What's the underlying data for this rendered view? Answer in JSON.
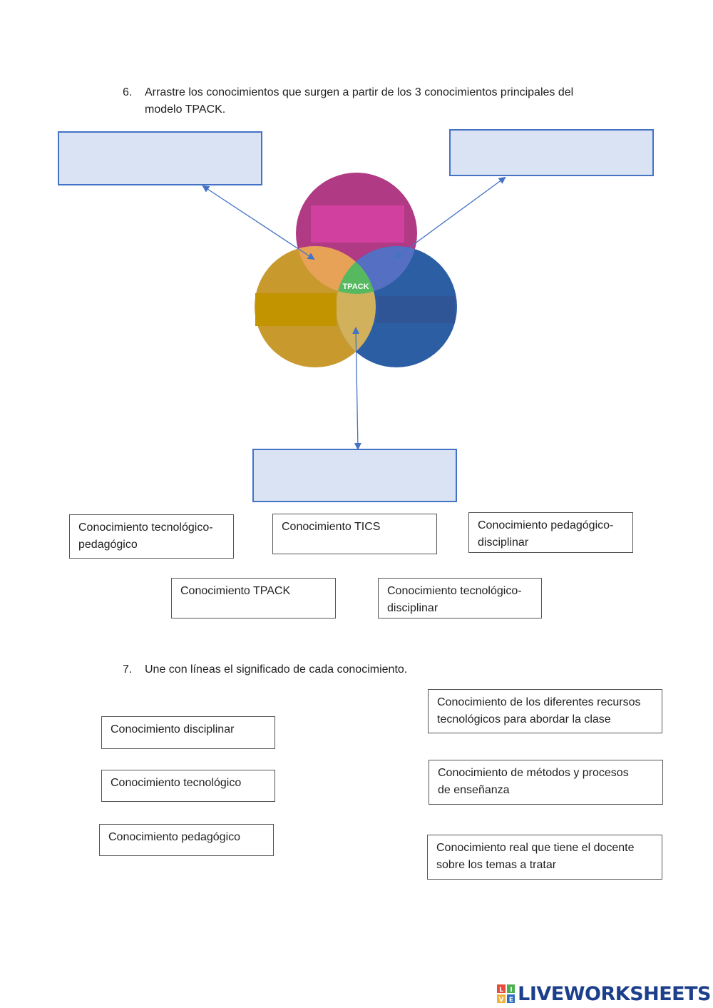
{
  "question6": {
    "number": "6.",
    "line1": "Arrastre los conocimientos que surgen a partir de los 3 conocimientos principales del",
    "line2": "modelo TPACK."
  },
  "venn": {
    "center_label": "TPACK",
    "colors": {
      "top": "#b03a84",
      "left": "#c89a2e",
      "right": "#2b5ea3",
      "overlap_top_left": "#e8a257",
      "overlap_top_right": "#5570c2",
      "overlap_left_right": "#d1b15c",
      "center": "#56b960",
      "arrow": "#4472c4"
    }
  },
  "options6": [
    {
      "line1": "Conocimiento tecnológico-",
      "line2": "pedagógico"
    },
    {
      "line1": "Conocimiento TICS",
      "line2": ""
    },
    {
      "line1": "Conocimiento pedagógico-",
      "line2": "disciplinar"
    },
    {
      "line1": "Conocimiento TPACK",
      "line2": ""
    },
    {
      "line1": "Conocimiento tecnológico-",
      "line2": "disciplinar"
    }
  ],
  "question7": {
    "number": "7.",
    "text": "Une con líneas el significado de cada conocimiento."
  },
  "left7": [
    "Conocimiento disciplinar",
    "Conocimiento tecnológico",
    "Conocimiento pedagógico"
  ],
  "right7": [
    {
      "line1": "Conocimiento de los diferentes recursos",
      "line2": "tecnológicos para abordar la clase"
    },
    {
      "line1": "Conocimiento de métodos y procesos",
      "line2": "de enseñanza"
    },
    {
      "line1": "Conocimiento real que tiene el docente",
      "line2": "sobre los temas a tratar"
    }
  ],
  "footer": {
    "logo_text": "LIVEWORKSHEETS",
    "logo_icon_letters": [
      "L",
      "I",
      "V",
      "E"
    ]
  }
}
